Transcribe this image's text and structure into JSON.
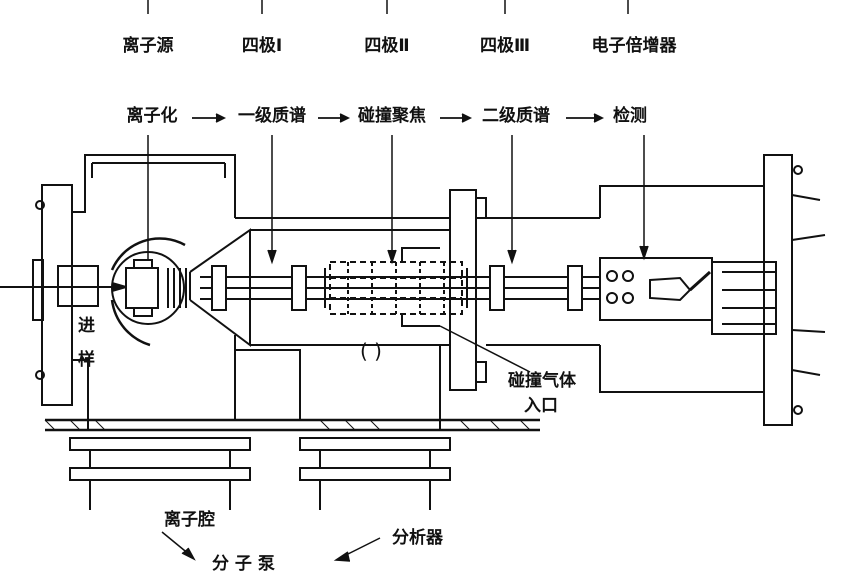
{
  "top_components": [
    "离子源",
    "四极Ⅰ",
    "四极Ⅱ",
    "四极Ⅲ",
    "电子倍增器"
  ],
  "process_steps": [
    "离子化",
    "一级质谱",
    "碰撞聚焦",
    "二级质谱",
    "检测"
  ],
  "labels": {
    "sample_inlet_1": "进",
    "sample_inlet_2": "样",
    "collision_gas_1": "碰撞气体",
    "collision_gas_2": "入口",
    "ion_chamber": "离子腔",
    "analyzer": "分析器",
    "molecular_pump": "分 子 泵"
  }
}
